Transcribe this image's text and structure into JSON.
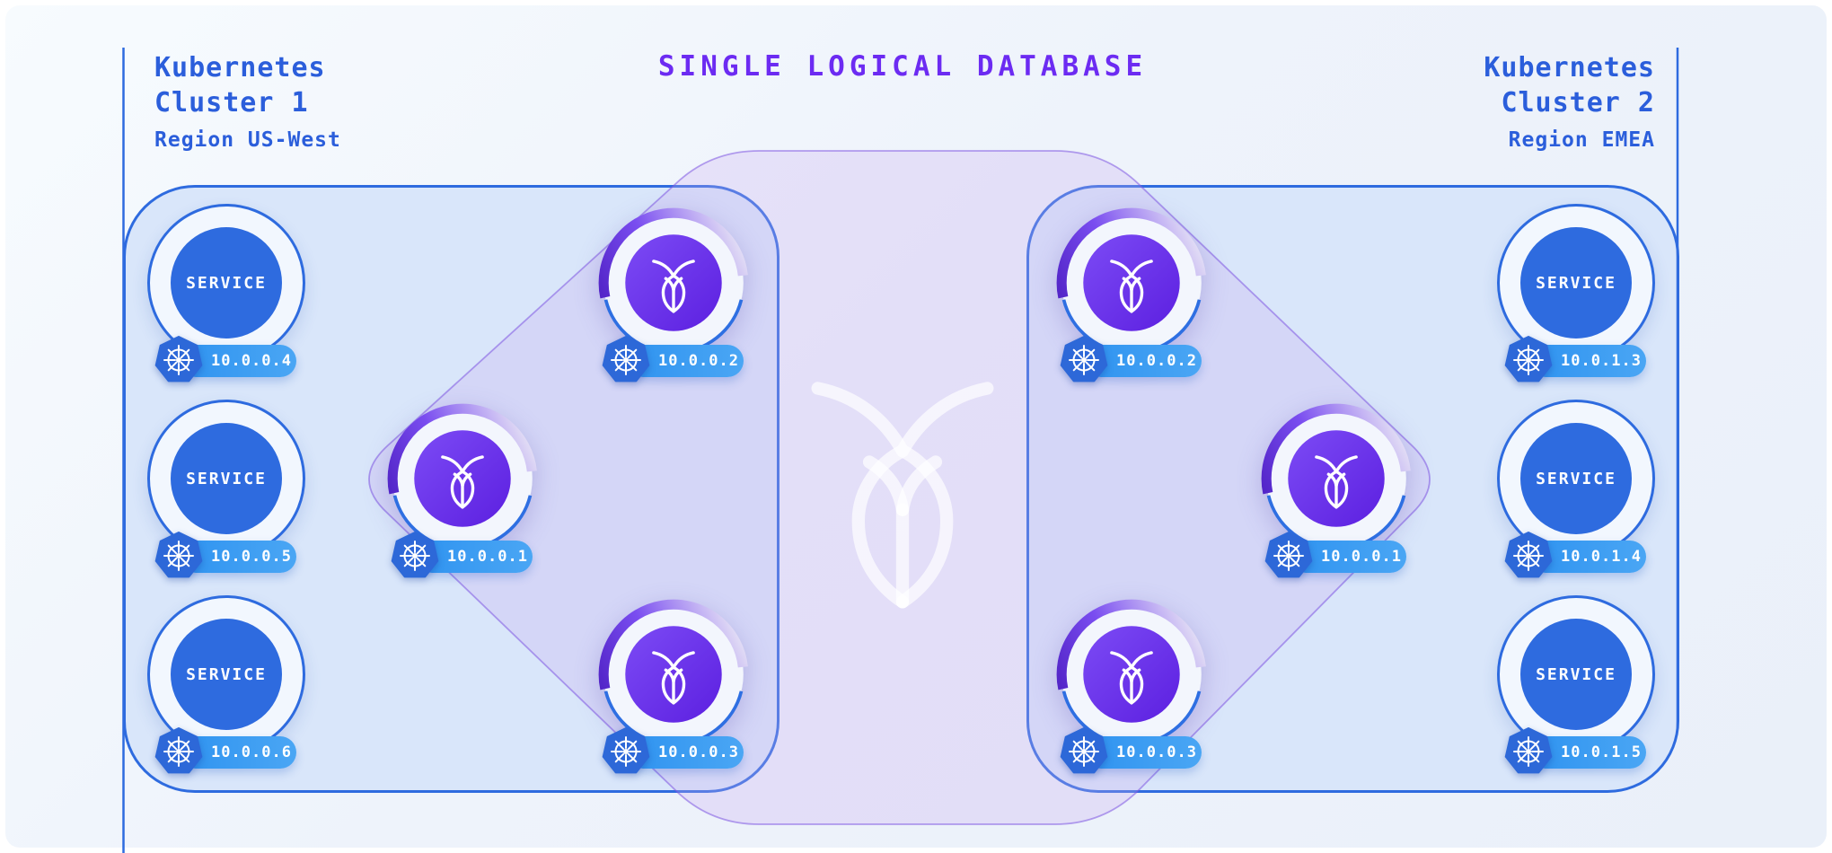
{
  "title": "SINGLE LOGICAL DATABASE",
  "clusters": [
    {
      "name_line1": "Kubernetes",
      "name_line2": "Cluster 1",
      "region": "Region US-West",
      "services": [
        {
          "label": "SERVICE",
          "ip": "10.0.0.4"
        },
        {
          "label": "SERVICE",
          "ip": "10.0.0.5"
        },
        {
          "label": "SERVICE",
          "ip": "10.0.0.6"
        }
      ],
      "db_nodes": [
        {
          "ip": "10.0.0.2"
        },
        {
          "ip": "10.0.0.1"
        },
        {
          "ip": "10.0.0.3"
        }
      ]
    },
    {
      "name_line1": "Kubernetes",
      "name_line2": "Cluster 2",
      "region": "Region EMEA",
      "services": [
        {
          "label": "SERVICE",
          "ip": "10.0.1.3"
        },
        {
          "label": "SERVICE",
          "ip": "10.0.1.4"
        },
        {
          "label": "SERVICE",
          "ip": "10.0.1.5"
        }
      ],
      "db_nodes": [
        {
          "ip": "10.0.0.2"
        },
        {
          "ip": "10.0.0.1"
        },
        {
          "ip": "10.0.0.3"
        }
      ]
    }
  ],
  "icons": {
    "kubernetes": "kubernetes-helm-wheel-icon",
    "cockroach": "cockroachdb-roach-mark-icon"
  },
  "colors": {
    "accent_blue": "#2e6bdf",
    "heading_blue": "#2b5edb",
    "title_purple": "#6c2bf2",
    "roach_purple": "#6633f0",
    "ip_pill_blue": "#3fa0f3",
    "cluster_fill": "#d9e6fa",
    "logical_db_fill": "rgba(200,172,242,0.28)"
  }
}
